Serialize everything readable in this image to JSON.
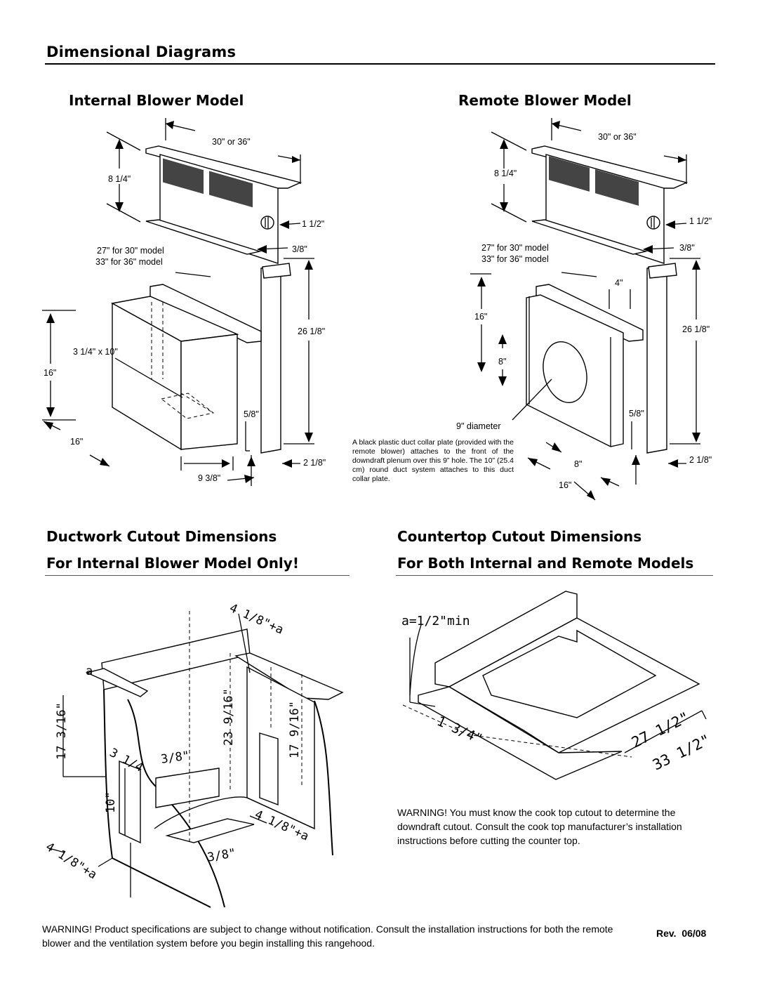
{
  "page": {
    "title": "Dimensional Diagrams",
    "rev": "Rev.  06/08"
  },
  "internal": {
    "heading": "Internal Blower Model",
    "w": "30\" or 36\"",
    "h": "8 1/4\"",
    "d1": "1 1/2\"",
    "d2": "3/8\"",
    "model1": "27\" for 30\" model",
    "model2": "33\" for 36\" model",
    "tall": "26 1/8\"",
    "duct": "3 1/4\" x 10\"",
    "side16": "16\"",
    "bot16": "16\"",
    "five8": "5/8\"",
    "nine38": "9 3/8\"",
    "two18": "2 1/8\""
  },
  "remote": {
    "heading": "Remote Blower Model",
    "w": "30\" or 36\"",
    "h": "8 1/4\"",
    "d1": "1 1/2\"",
    "d2": "3/8\"",
    "model1": "27\" for 30\" model",
    "model2": "33\" for 36\" model",
    "four": "4\"",
    "side16": "16\"",
    "tall": "26 1/8\"",
    "eight_v": "8\"",
    "diameter": "9\" diameter",
    "five8": "5/8\"",
    "eight_h": "8\"",
    "bot16": "16\"",
    "two18": "2 1/8\"",
    "note": "A black plastic duct collar plate (provided with the remote blower) attaches to the front of the downdraft plenum over this 9” hole. The 10” (25.4 cm) round duct system attaches to this duct collar plate."
  },
  "ductwork": {
    "heading1": "Ductwork  Cutout  Dimensions",
    "heading2": "For  Internal  Blower  Model  Only!",
    "top": "4 1/8\"+a",
    "a": "a",
    "h1": "17 3/16\"",
    "h2": "23 9/16\"",
    "h3": "17 9/16\"",
    "w1": "3 1/4",
    "w2": "3/8\"",
    "ten": "10\"",
    "bot1": "4 1/8\"+a",
    "mid": "4 1/8\"+a",
    "bot2": "3/8\""
  },
  "countertop": {
    "heading1": "Countertop  Cutout  Dimensions",
    "heading2": "For Both Internal and Remote Models",
    "amin": "a=1/2\"min",
    "d1": "1 3/4\"",
    "d2": "27 1/2\"",
    "d3": "33 1/2\"",
    "warn_bold": "WARNING!",
    "warn_text": " You must know the cook top cutout to determine the downdraft cutout.  Consult the cook top manufacturer’s installation instructions before cutting the counter top."
  },
  "footer": {
    "warn_bold": "WARNING!",
    "warn_text": "  Product specifications are subject to change without notification.  Consult the installation instructions for both the remote blower and the ventilation system before you begin installing this rangehood."
  }
}
